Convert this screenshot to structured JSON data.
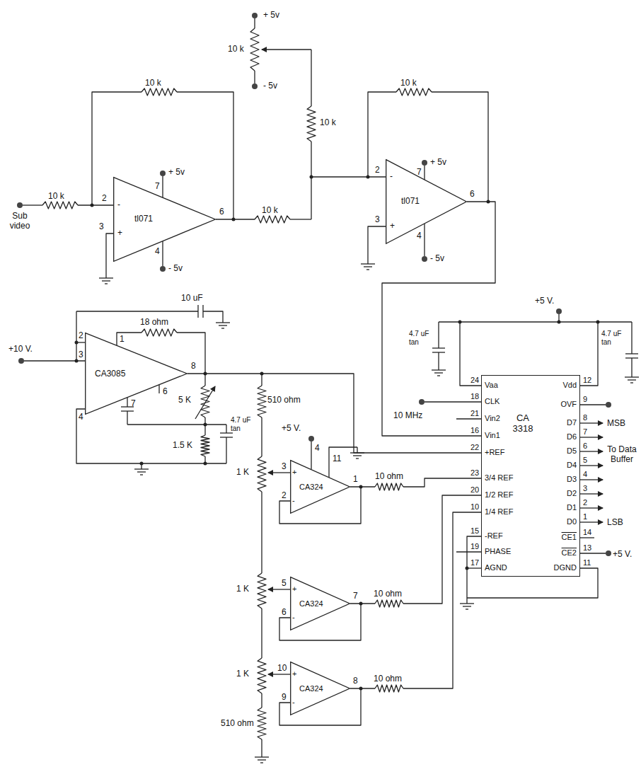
{
  "diagram": {
    "nodes": [
      {
        "text": [
          "-",
          "+",
          "tl071"
        ]
      },
      {
        "text": [
          "-",
          "+",
          "tl071"
        ]
      },
      {
        "text": [
          "CA3085"
        ]
      },
      {
        "text": [
          "CA 3318"
        ]
      },
      {
        "text": [
          "+",
          "-",
          "CA324"
        ]
      },
      {
        "text": [
          "+",
          "-",
          "CA324"
        ]
      },
      {
        "text": [
          "+",
          "-",
          "CA324"
        ]
      }
    ],
    "edges": [
      {
        "from": 1,
        "to": 3,
        "arrow": "none"
      },
      {
        "from": 2,
        "to": 3,
        "arrow": "none"
      }
    ],
    "labels": [
      "+ 5v",
      "10 k",
      "- 5v",
      "10 k",
      "10 k",
      "10 k",
      "Sub video",
      "10 k",
      "2",
      "3",
      "7",
      "+ 5v",
      "6",
      "4",
      "- 5v",
      "10 k",
      "2",
      "3",
      "7",
      "+ 5v",
      "6",
      "4",
      "- 5v",
      "10 uF",
      "+10 V.",
      "2",
      "1",
      "3",
      "4",
      "6",
      "7",
      "8",
      "18 ohm",
      "5 K",
      "4.7 uF tan",
      "1.5 K",
      "510 ohm",
      "+5 V.",
      "4",
      "11",
      "3",
      "2",
      "1",
      "1 K",
      "10 ohm",
      "1 K",
      "5",
      "6",
      "7",
      "10 ohm",
      "1 K",
      "10",
      "9",
      "8",
      "10 ohm",
      "510 ohm",
      "+5 V.",
      "4.7 uF tan",
      "4.7 uF tan",
      "10 MHz",
      "MSB",
      "To Data Buffer",
      "LSB",
      "+5 V.",
      "24",
      "Vaa",
      "18",
      "CLK",
      "21",
      "Vin2",
      "16",
      "Vin1",
      "22",
      "+REF",
      "23",
      "3/4 REF",
      "20",
      "1/2 REF",
      "10",
      "1/4 REF",
      "15",
      "-REF",
      "19",
      "PHASE",
      "17",
      "AGND",
      "12",
      "Vdd",
      "9",
      "OVF",
      "8",
      "D7",
      "7",
      "D6",
      "6",
      "D5",
      "5",
      "D4",
      "4",
      "D3",
      "3",
      "D2",
      "2",
      "D1",
      "1",
      "D0",
      "14",
      "CE1",
      "13",
      "CE2",
      "11",
      "DGND"
    ]
  }
}
